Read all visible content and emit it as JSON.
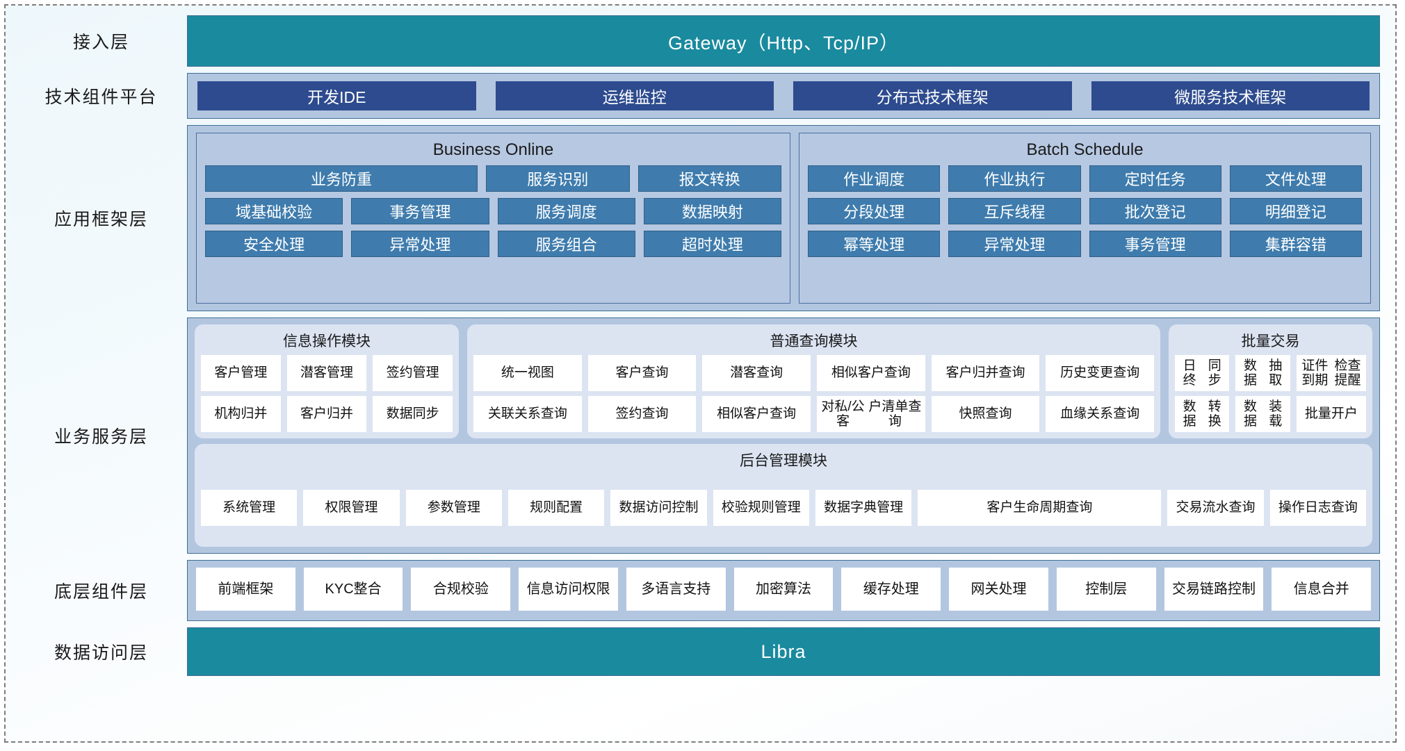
{
  "layers": [
    {
      "label": "接入层"
    },
    {
      "label": "技术组件平台"
    },
    {
      "label": "应用框架层"
    },
    {
      "label": "业务服务层"
    },
    {
      "label": "底层组件层"
    },
    {
      "label": "数据访问层"
    }
  ],
  "access_layer": {
    "title": "Gateway（Http、Tcp/IP）"
  },
  "tech_platform": {
    "chips": [
      "开发IDE",
      "运维监控",
      "分布式技术框架",
      "微服务技术框架"
    ]
  },
  "app_framework": {
    "business_online": {
      "title": "Business Online",
      "rows": [
        [
          "业务防重",
          "服务识别",
          "报文转换"
        ],
        [
          "域基础校验",
          "事务管理",
          "服务调度",
          "数据映射"
        ],
        [
          "安全处理",
          "异常处理",
          "服务组合",
          "超时处理"
        ]
      ]
    },
    "batch_schedule": {
      "title": "Batch Schedule",
      "rows": [
        [
          "作业调度",
          "作业执行",
          "定时任务",
          "文件处理"
        ],
        [
          "分段处理",
          "互斥线程",
          "批次登记",
          "明细登记"
        ],
        [
          "幂等处理",
          "异常处理",
          "事务管理",
          "集群容错"
        ]
      ]
    }
  },
  "business_service": {
    "info_module": {
      "title": "信息操作模块",
      "rows": [
        [
          "客户管理",
          "潜客管理",
          "签约管理"
        ],
        [
          "机构归并",
          "客户归并",
          "数据同步"
        ]
      ]
    },
    "query_module": {
      "title": "普通查询模块",
      "rows": [
        [
          "统一视图",
          "客户查询",
          "潜客查询",
          "相似客户\n查询",
          "客户归并\n查询",
          "历史变更\n查询"
        ],
        [
          "关联关系\n查询",
          "签约查询",
          "相似客户\n查询",
          "对私/公客\n户清单查询",
          "快照查询",
          "血缘关系\n查询"
        ]
      ]
    },
    "batch_module": {
      "title": "批量交易",
      "rows": [
        [
          "日终\n同步",
          "数据\n抽取",
          "证件到期\n检查提醒"
        ],
        [
          "数据\n转换",
          "数据\n装载",
          "批量\n开户"
        ]
      ]
    },
    "admin_module": {
      "title": "后台管理模块",
      "cells": [
        "系统\n管理",
        "权限\n管理",
        "参数\n管理",
        "规则\n配置",
        "数据访问\n控制",
        "校验规\n则管理",
        "数据字\n典管理",
        "客户生命周期查询",
        "交易流\n水查询",
        "操作日\n志查询"
      ]
    }
  },
  "component_layer": {
    "cells": [
      "前端\n框架",
      "KYC\n整合",
      "合规\n校验",
      "信息访问\n权限",
      "多语言\n支持",
      "加密\n算法",
      "缓存\n处理",
      "网关\n处理",
      "控制层",
      "交易链\n路控制",
      "信息\n合并"
    ]
  },
  "data_access_layer": {
    "title": "Libra"
  },
  "colors": {
    "teal": "#1a8a9e",
    "navy_chip": "#2d4b8e",
    "blue_chip": "#3f7cad",
    "panel": "#b3c6e0",
    "module_card": "#dce4f2",
    "border": "#3f6f93"
  }
}
